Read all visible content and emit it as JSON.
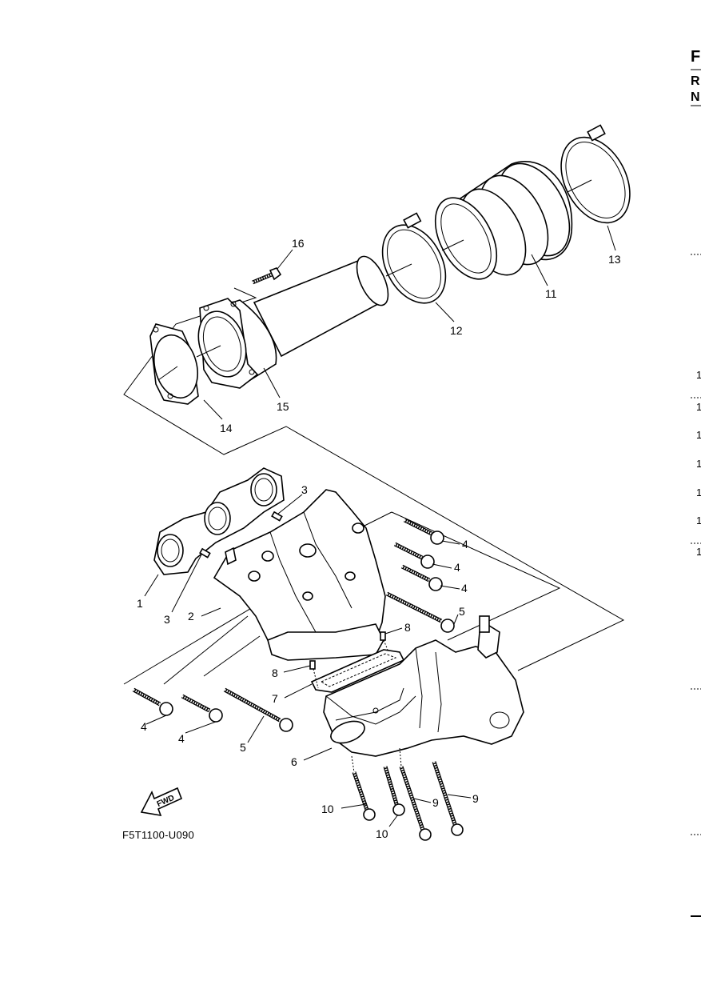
{
  "diagram_code": "F5T1100-U090",
  "fwd_label": "FWD",
  "edge_text": {
    "letters": [
      "F",
      "R",
      "N"
    ],
    "numbers": [
      "1",
      "1",
      "1",
      "1",
      "1",
      "1",
      "1"
    ]
  },
  "callouts": {
    "c1": "1",
    "c2": "2",
    "c3a": "3",
    "c3b": "3",
    "c4a": "4",
    "c4b": "4",
    "c4c": "4",
    "c4d": "4",
    "c4e": "4",
    "c5a": "5",
    "c5b": "5",
    "c6": "6",
    "c7": "7",
    "c8a": "8",
    "c8b": "8",
    "c9a": "9",
    "c9b": "9",
    "c10a": "10",
    "c10b": "10",
    "c11": "11",
    "c12": "12",
    "c13": "13",
    "c14": "14",
    "c15": "15",
    "c16": "16"
  }
}
